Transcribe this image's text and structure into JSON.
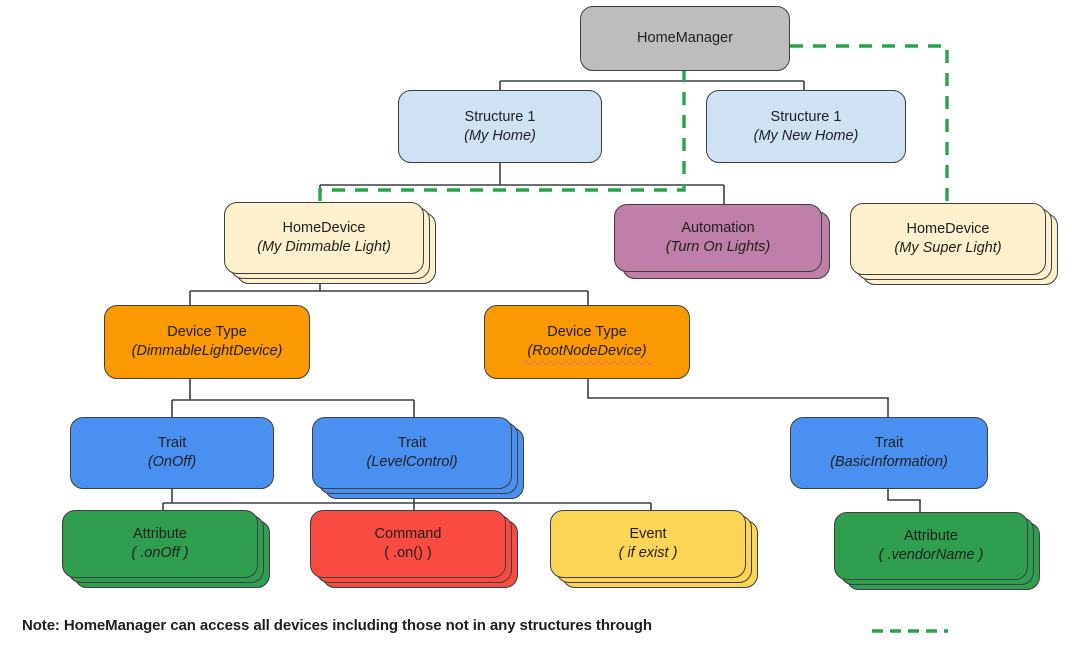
{
  "diagram": {
    "title_node": {
      "label": "HomeManager"
    },
    "nodes": [
      {
        "id": "home-manager",
        "line1": "HomeManager",
        "line2": "",
        "color": "#bdbdbd"
      },
      {
        "id": "structure-my-home",
        "line1": "Structure 1",
        "line2": "(My Home)",
        "color": "#cfe2f3"
      },
      {
        "id": "structure-new-home",
        "line1": "Structure 1",
        "line2": "(My New Home)",
        "color": "#cfe2f3"
      },
      {
        "id": "device-dimmable",
        "line1": "HomeDevice",
        "line2": "(My Dimmable Light)",
        "color": "#fdf0cd"
      },
      {
        "id": "automation-lights",
        "line1": "Automation",
        "line2": "(Turn On Lights)",
        "color": "#c07fa8"
      },
      {
        "id": "device-super-light",
        "line1": "HomeDevice",
        "line2": "(My Super Light)",
        "color": "#fdf0cd"
      },
      {
        "id": "devicetype-dimmable",
        "line1": "Device Type",
        "line2": "(DimmableLightDevice)",
        "color": "#fb9a00"
      },
      {
        "id": "devicetype-rootnode",
        "line1": "Device Type",
        "line2": "(RootNodeDevice)",
        "color": "#fb9a00"
      },
      {
        "id": "trait-onoff",
        "line1": "Trait",
        "line2": "(OnOff)",
        "color": "#4a90f0"
      },
      {
        "id": "trait-levelcontrol",
        "line1": "Trait",
        "line2": "(LevelControl)",
        "color": "#4a90f0"
      },
      {
        "id": "trait-basicinfo",
        "line1": "Trait",
        "line2": "(BasicInformation)",
        "color": "#4a90f0"
      },
      {
        "id": "attribute-onoff",
        "line1": "Attribute",
        "line2": "( .onOff )",
        "color": "#2f9e4f"
      },
      {
        "id": "command-on",
        "line1": "Command",
        "line2": "( .on() )",
        "color": "#fa4b42"
      },
      {
        "id": "event-ifexist",
        "line1": "Event",
        "line2": "( if exist )",
        "color": "#fcd456"
      },
      {
        "id": "attribute-vendor",
        "line1": "Attribute",
        "line2": "( .vendorName )",
        "color": "#2f9e4f"
      }
    ]
  },
  "footer": {
    "note": "Note: HomeManager can access all devices including those not in any structures through",
    "legend_color": "#2ba24c"
  },
  "colors": {
    "connector": "#3c4043",
    "dashed_access": "#2ba24c",
    "background": "#ffffff"
  }
}
